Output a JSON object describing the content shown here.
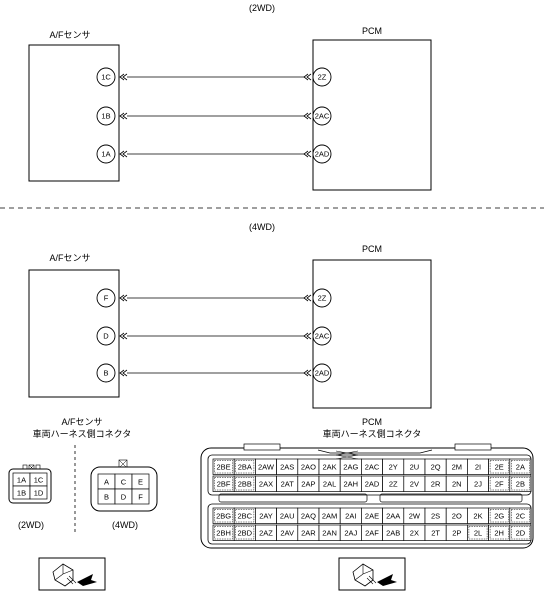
{
  "diagram_2wd": {
    "caption": "(2WD)",
    "left_component": "A/Fセンサ",
    "right_component": "PCM",
    "connections": [
      {
        "from": "1C",
        "to": "2Z"
      },
      {
        "from": "1B",
        "to": "2AC"
      },
      {
        "from": "1A",
        "to": "2AD"
      }
    ]
  },
  "diagram_4wd": {
    "caption": "(4WD)",
    "left_component": "A/Fセンサ",
    "right_component": "PCM",
    "connections": [
      {
        "from": "F",
        "to": "2Z"
      },
      {
        "from": "D",
        "to": "2AC"
      },
      {
        "from": "B",
        "to": "2AD"
      }
    ]
  },
  "connectors": {
    "af_title_1": "A/Fセンサ",
    "af_title_2": "車両ハーネス側コネクタ",
    "pcm_title_1": "PCM",
    "pcm_title_2": "車両ハーネス側コネクタ",
    "af_2wd": {
      "caption": "(2WD)",
      "rows": [
        [
          "1A",
          "1C"
        ],
        [
          "1B",
          "1D"
        ]
      ]
    },
    "af_4wd": {
      "caption": "(4WD)",
      "rows": [
        [
          "A",
          "C",
          "E"
        ],
        [
          "B",
          "D",
          "F"
        ]
      ]
    },
    "pcm_rows": [
      [
        "2BE",
        "2BA",
        "2AW",
        "2AS",
        "2AO",
        "2AK",
        "2AG",
        "2AC",
        "2Y",
        "2U",
        "2Q",
        "2M",
        "2I",
        "2E",
        "2A"
      ],
      [
        "2BF",
        "2BB",
        "2AX",
        "2AT",
        "2AP",
        "2AL",
        "2AH",
        "2AD",
        "2Z",
        "2V",
        "2R",
        "2N",
        "2J",
        "2F",
        "2B"
      ],
      [
        "2BG",
        "2BC",
        "2AY",
        "2AU",
        "2AQ",
        "2AM",
        "2AI",
        "2AE",
        "2AA",
        "2W",
        "2S",
        "2O",
        "2K",
        "2G",
        "2C"
      ],
      [
        "2BH",
        "2BD",
        "2AZ",
        "2AV",
        "2AR",
        "2AN",
        "2AJ",
        "2AF",
        "2AB",
        "2X",
        "2T",
        "2P",
        "2L",
        "2H",
        "2D"
      ]
    ]
  }
}
